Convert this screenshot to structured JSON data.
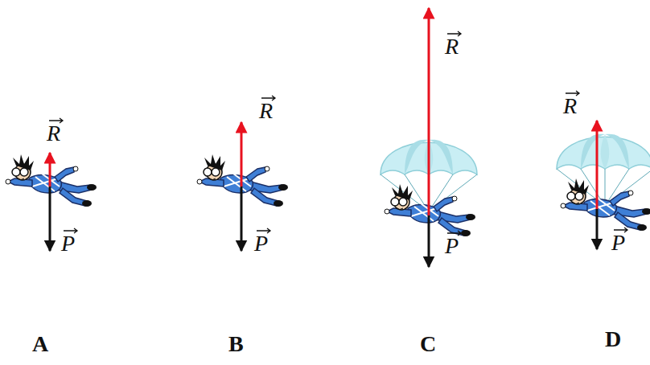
{
  "diagram": {
    "labels": [
      "R",
      "P",
      "R",
      "P",
      "R",
      "P",
      "R",
      "P",
      "A",
      "B",
      "C",
      "D"
    ]
  }
}
